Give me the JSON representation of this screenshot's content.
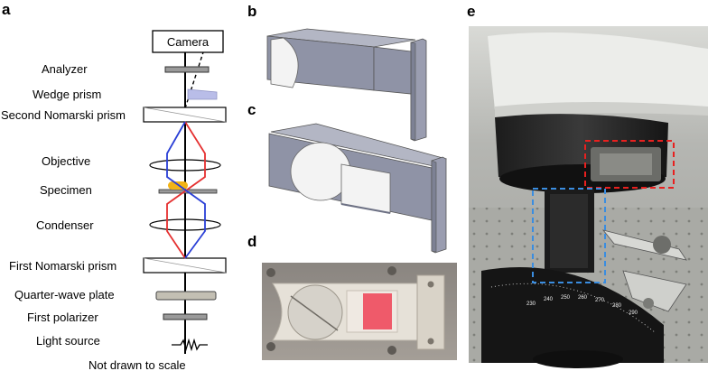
{
  "panels": {
    "a": "a",
    "b": "b",
    "c": "c",
    "d": "d",
    "e": "e"
  },
  "diagram": {
    "camera": "Camera",
    "analyzer": "Analyzer",
    "wedge_prism": "Wedge prism",
    "second_nomarski": "Second Nomarski prism",
    "objective": "Objective",
    "specimen": "Specimen",
    "condenser": "Condenser",
    "first_nomarski": "First Nomarski prism",
    "quarter_wave": "Quarter-wave plate",
    "first_polarizer": "First polarizer",
    "light_source": "Light source",
    "scale_note": "Not drawn to scale"
  },
  "dial_ticks": [
    "230",
    "240",
    "250",
    "260",
    "270",
    "280",
    "290"
  ],
  "colors": {
    "ray_red": "#e53030",
    "ray_blue": "#2a3fd6",
    "specimen": "#f2b316",
    "wedge": "#b9bde8",
    "holder": "#8f93a6",
    "highlight_red": "#e8201f",
    "highlight_blue": "#3a8de0"
  }
}
